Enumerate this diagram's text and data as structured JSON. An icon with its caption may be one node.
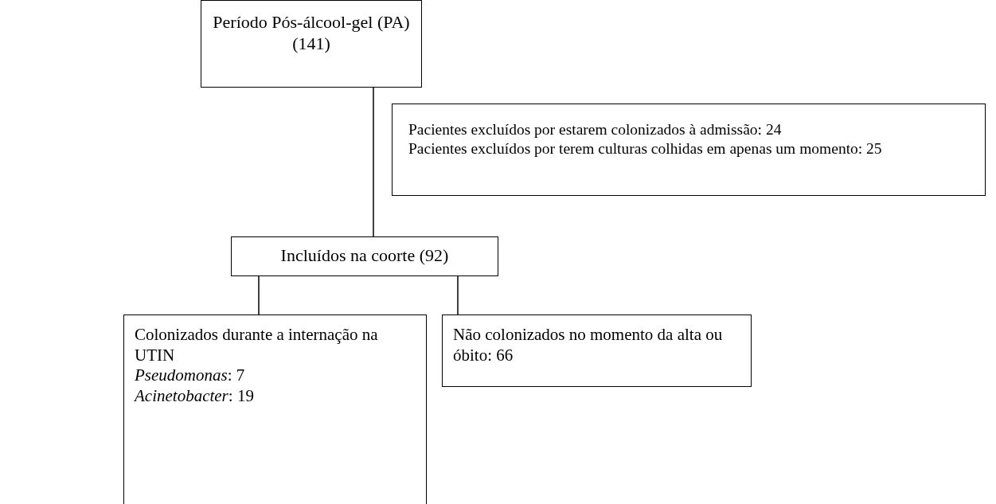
{
  "diagram": {
    "nodes": [
      {
        "text": [
          "Período Pós-álcool-gel (PA) (141)"
        ]
      },
      {
        "text": [
          "Pacientes excluídos por estarem colonizados à admissão: 24",
          "Pacientes excluídos por terem culturas colhidas em apenas um momento: 25"
        ]
      },
      {
        "text": [
          "Incluídos na coorte (92)"
        ]
      },
      {
        "text": [
          "Colonizados durante a internação na UTIN",
          "*Pseudomonas*: 7",
          "*Acinetobacter*: 19"
        ]
      },
      {
        "text": [
          "Não colonizados no momento da alta ou óbito: 66"
        ]
      }
    ],
    "edges": [
      {
        "from": 0,
        "to": 2,
        "arrow": "none"
      },
      {
        "from": 2,
        "to": 3,
        "arrow": "none"
      },
      {
        "from": 2,
        "to": 4,
        "arrow": "none"
      }
    ]
  }
}
